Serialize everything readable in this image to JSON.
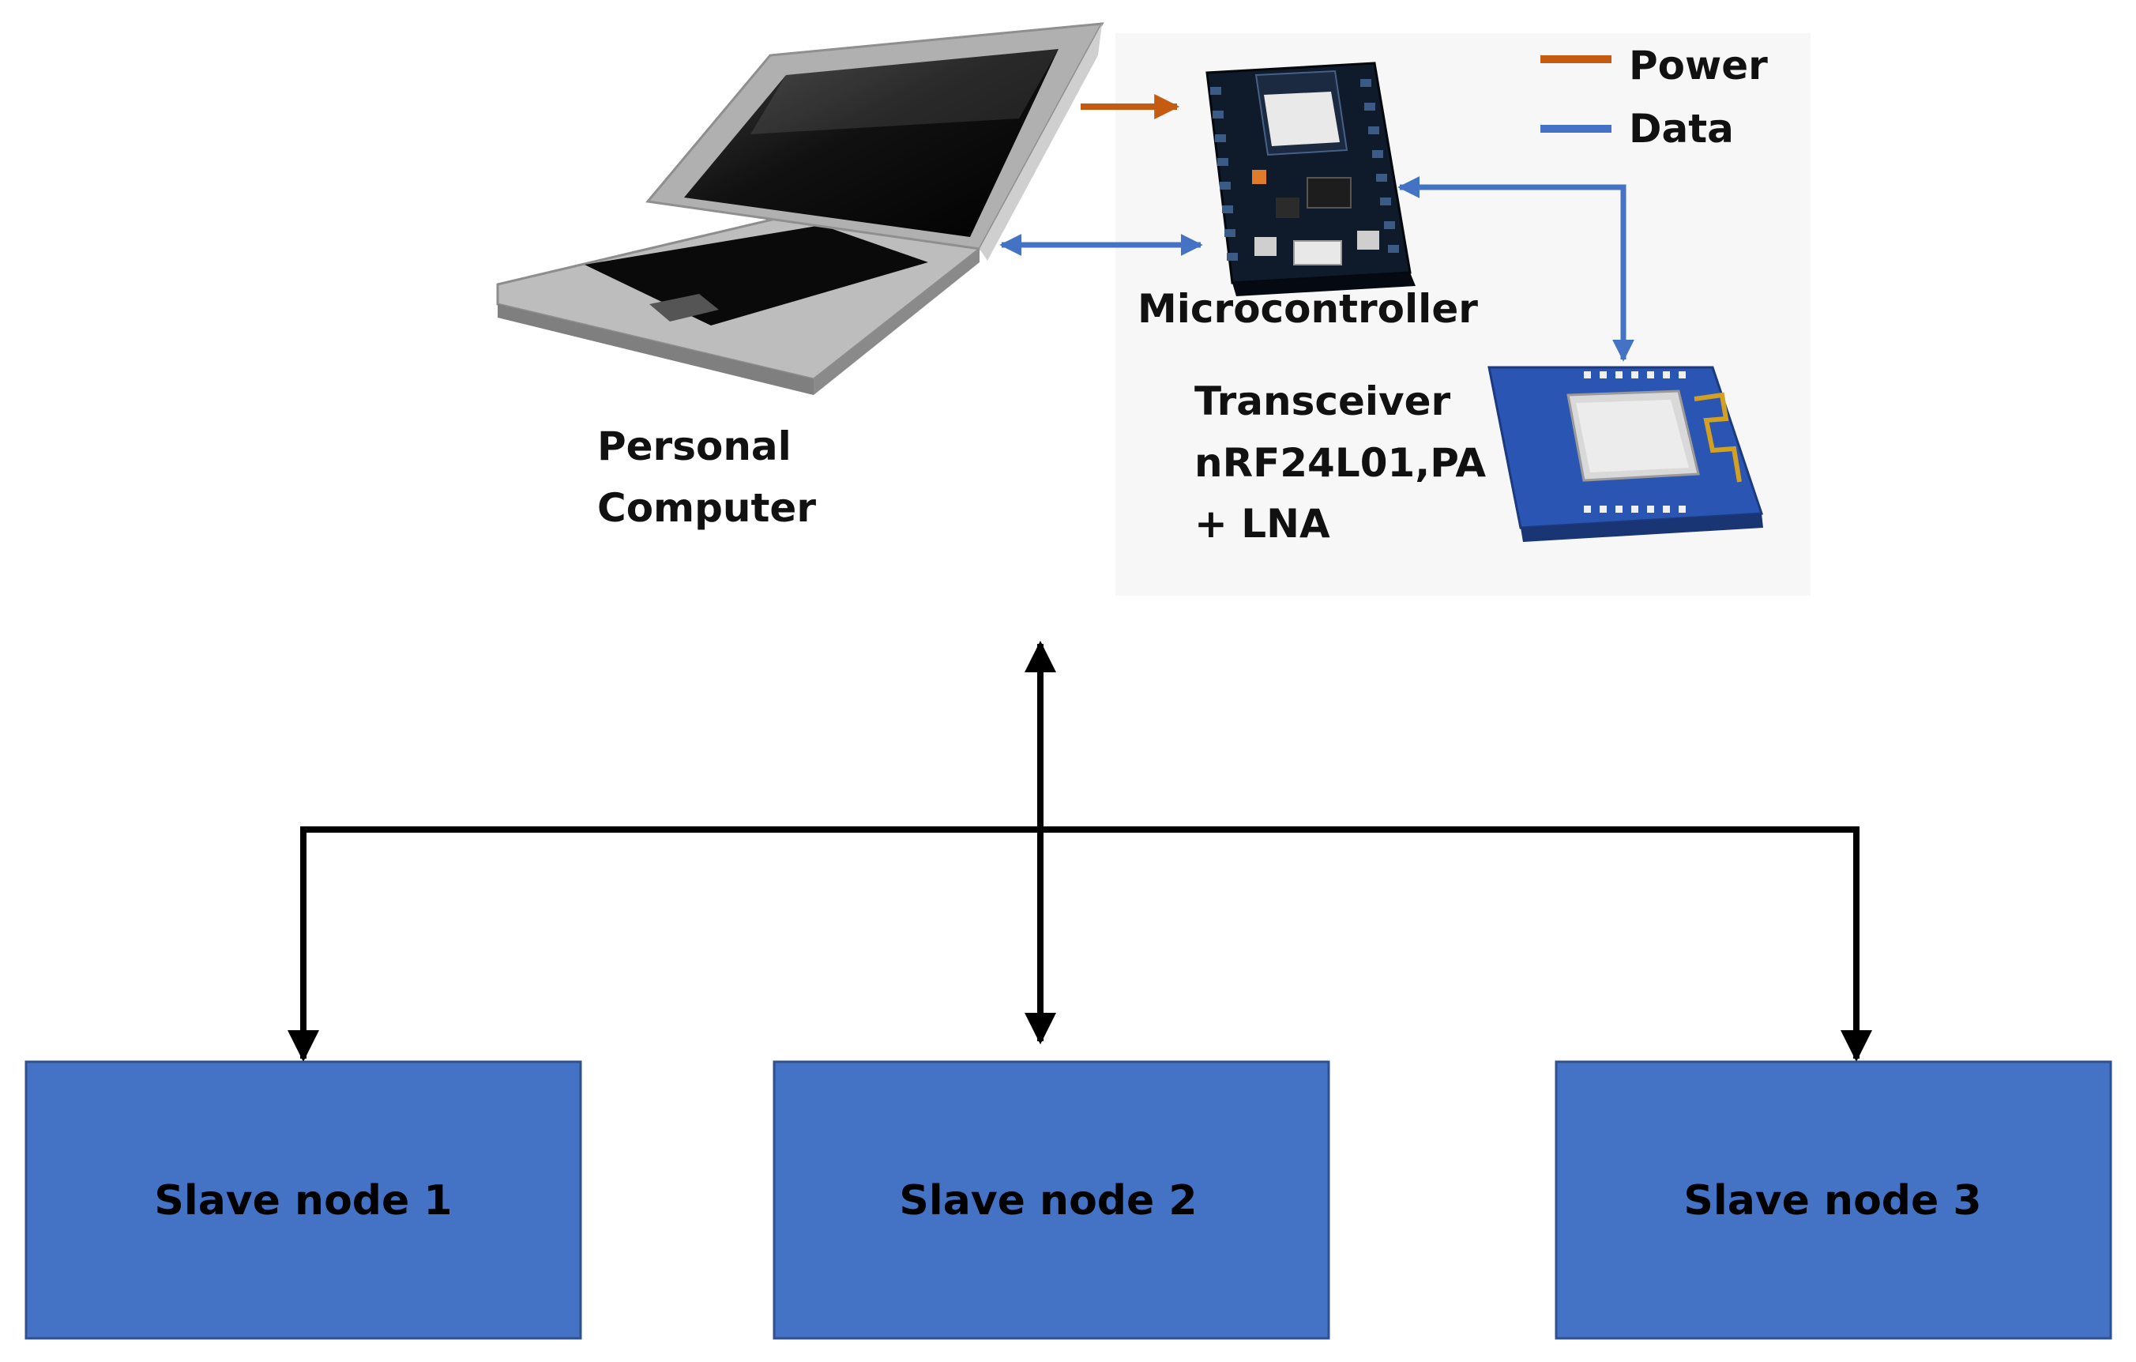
{
  "legend": {
    "power_label": "Power",
    "data_label": "Data",
    "power_color": "#C55A11",
    "data_color": "#4472C4"
  },
  "pc": {
    "label_line1": "Personal",
    "label_line2": "Computer"
  },
  "microcontroller": {
    "label": "Microcontroller"
  },
  "transceiver": {
    "label_line1": "Transceiver",
    "label_line2": "nRF24L01,PA",
    "label_line3": "+ LNA"
  },
  "slave_nodes": [
    {
      "label": "Slave node 1"
    },
    {
      "label": "Slave node 2"
    },
    {
      "label": "Slave node 3"
    }
  ],
  "node_fill_color": "#4472C4"
}
